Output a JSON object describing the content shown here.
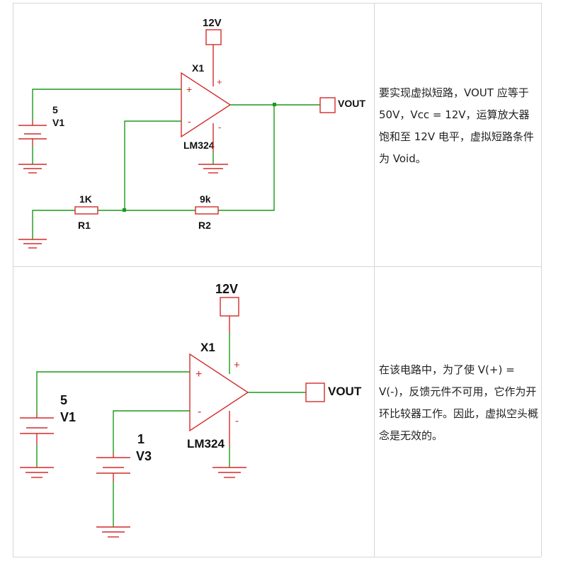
{
  "rows": [
    {
      "description": "要实现虚拟短路，VOUT 应等于 50V，Vcc = 12V，运算放大器饱和至 12V 电平，虚拟短路条件为 Void。",
      "circuit": {
        "supply_label": "12V",
        "opamp_ref": "X1",
        "opamp_part": "LM324",
        "source_value": "5",
        "source_ref": "V1",
        "output_label": "VOUT",
        "r1_value": "1K",
        "r1_ref": "R1",
        "r2_value": "9k",
        "r2_ref": "R2",
        "plus_sign": "+",
        "minus_sign": "-"
      }
    },
    {
      "description": "在该电路中，为了使 V(+) = V(-)，反馈元件不可用，它作为开环比较器工作。因此，虚拟空头概念是无效的。",
      "circuit": {
        "supply_label": "12V",
        "opamp_ref": "X1",
        "opamp_part": "LM324",
        "source_value": "5",
        "source_ref": "V1",
        "source2_value": "1",
        "source2_ref": "V3",
        "output_label": "VOUT",
        "plus_sign": "+",
        "minus_sign": "-"
      }
    }
  ]
}
